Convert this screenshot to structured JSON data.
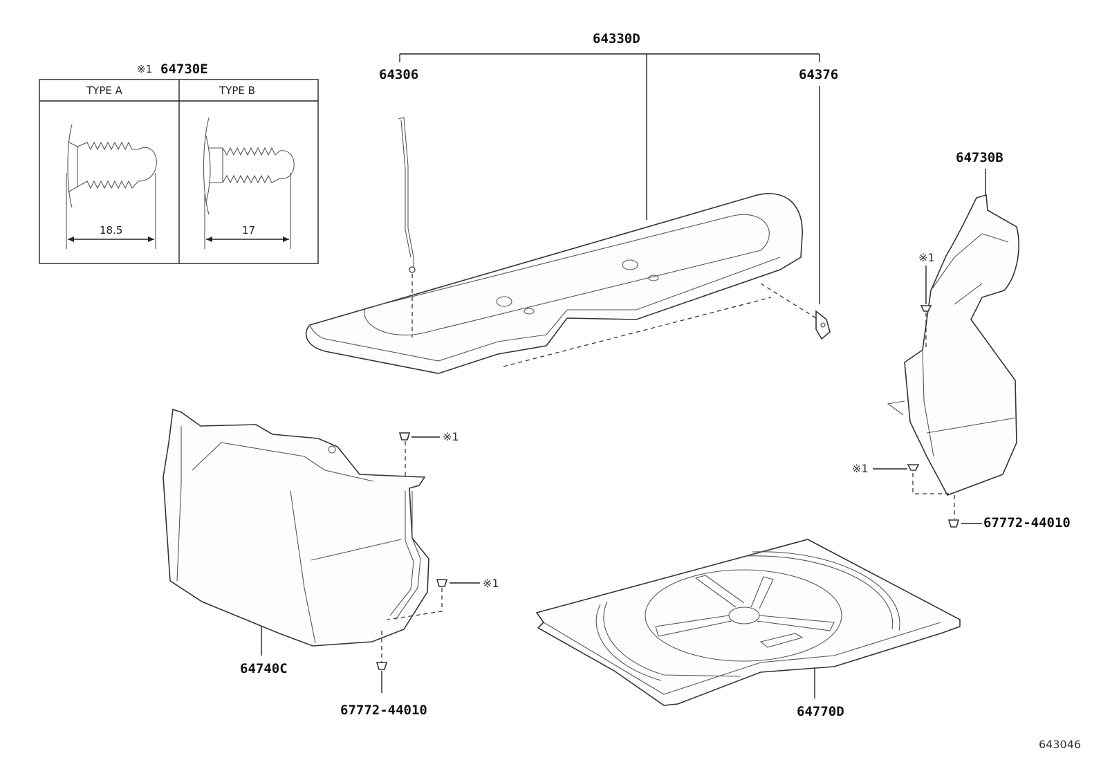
{
  "labels": {
    "shelf_assy": "64330D",
    "shelf_left_part": "64306",
    "shelf_right_part": "64376",
    "clip_ref": "※1",
    "clip_part": "64730E",
    "side_right": "64730B",
    "side_left": "64740C",
    "floor_cover": "64770D",
    "bolt_left": "67772-44010",
    "bolt_right": "67772-44010",
    "mark_1": "※1",
    "mark_2": "※1",
    "mark_3": "※1",
    "mark_4": "※1",
    "diagram_code": "643046"
  },
  "clip_table": {
    "type_a": "TYPE A",
    "type_b": "TYPE B",
    "dim_a": "18.5",
    "dim_b": "17"
  }
}
